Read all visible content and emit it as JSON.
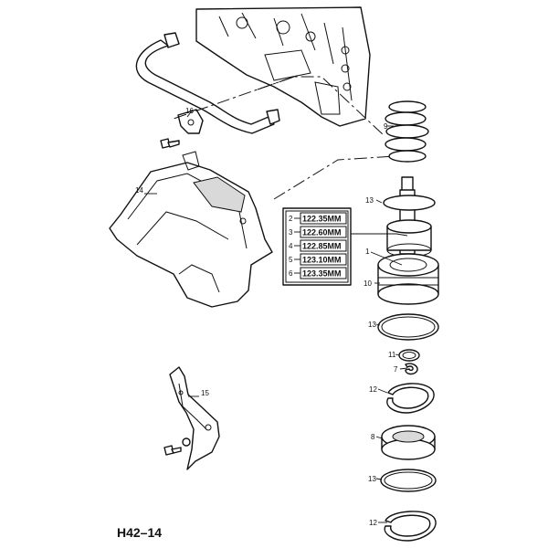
{
  "callouts": {
    "c1": "1",
    "c7": "7",
    "c8": "8",
    "c9": "9",
    "c10": "10",
    "c11": "11",
    "c12a": "12",
    "c12b": "12",
    "c13a": "13",
    "c13b": "13",
    "c13c": "13",
    "c14": "14",
    "c15": "15",
    "c16": "16"
  },
  "size_table": [
    {
      "index": "2",
      "size": "122.35MM"
    },
    {
      "index": "3",
      "size": "122.60MM"
    },
    {
      "index": "4",
      "size": "122.85MM"
    },
    {
      "index": "5",
      "size": "123.10MM"
    },
    {
      "index": "6",
      "size": "123.35MM"
    }
  ],
  "reference": "H42–14"
}
